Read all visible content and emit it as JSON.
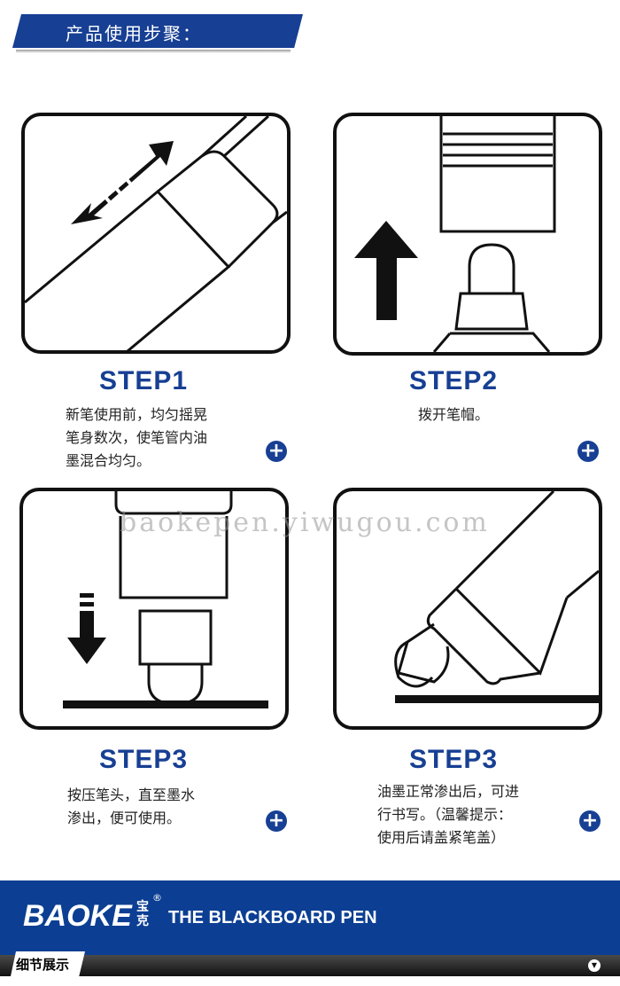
{
  "header": {
    "title": "产品使用步聚："
  },
  "watermark": "baokepen.yiwugou.com",
  "steps": [
    {
      "label": "STEP1",
      "lines": [
        "新笔使用前，均匀摇晃",
        "笔身数次，使笔管内油",
        "墨混合均匀。"
      ]
    },
    {
      "label": "STEP2",
      "lines": [
        "拨开笔帽。"
      ]
    },
    {
      "label": "STEP3",
      "lines": [
        "按压笔头，直至墨水",
        "渗出，便可使用。"
      ]
    },
    {
      "label": "STEP3",
      "lines": [
        "油墨正常渗出后，可进",
        "行书写。（温馨提示：",
        "使用后请盖紧笔盖）"
      ]
    }
  ],
  "plus_symbol": "+",
  "banner": {
    "logo": "BAOKE",
    "logo_cn": "宝克",
    "registered": "®",
    "tagline": "THE BLACKBOARD PEN"
  },
  "footer_bar": {
    "tab": "细节展示",
    "arrow": "▼"
  },
  "colors": {
    "brand_blue": "#173f93",
    "banner_blue": "#0c3f93"
  }
}
